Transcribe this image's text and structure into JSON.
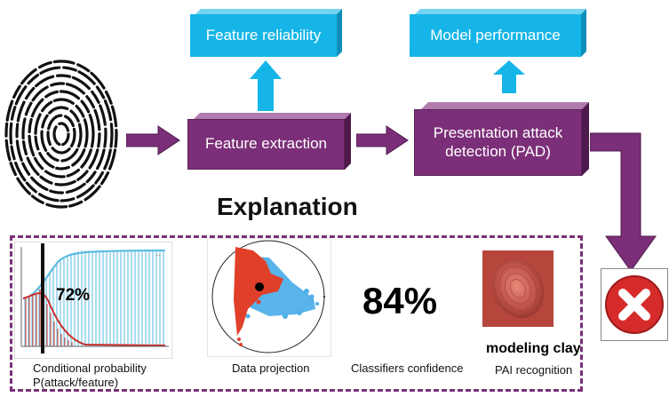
{
  "boxes": {
    "feature_reliability": "Feature reliability",
    "model_performance": "Model performance",
    "feature_extraction": "Feature extraction",
    "pad_line1": "Presentation attack",
    "pad_line2": "detection (PAD)"
  },
  "explanation": {
    "title": "Explanation"
  },
  "panels": {
    "conditional": {
      "value": "72%",
      "caption_line1": "Conditional probability",
      "caption_line2": "P(attack/feature)"
    },
    "projection": {
      "caption": "Data projection"
    },
    "confidence": {
      "value": "84%",
      "caption": "Classifiers confidence"
    },
    "recognition": {
      "label": "modeling clay",
      "caption": "PAI recognition"
    }
  },
  "colors": {
    "purple": "#7b2f78",
    "blue_box": "#16b5e8",
    "blue_arrow": "#16b5e8",
    "reject_red": "#d62b2b"
  },
  "icons": [
    "fingerprint-icon",
    "reject-x-icon"
  ]
}
